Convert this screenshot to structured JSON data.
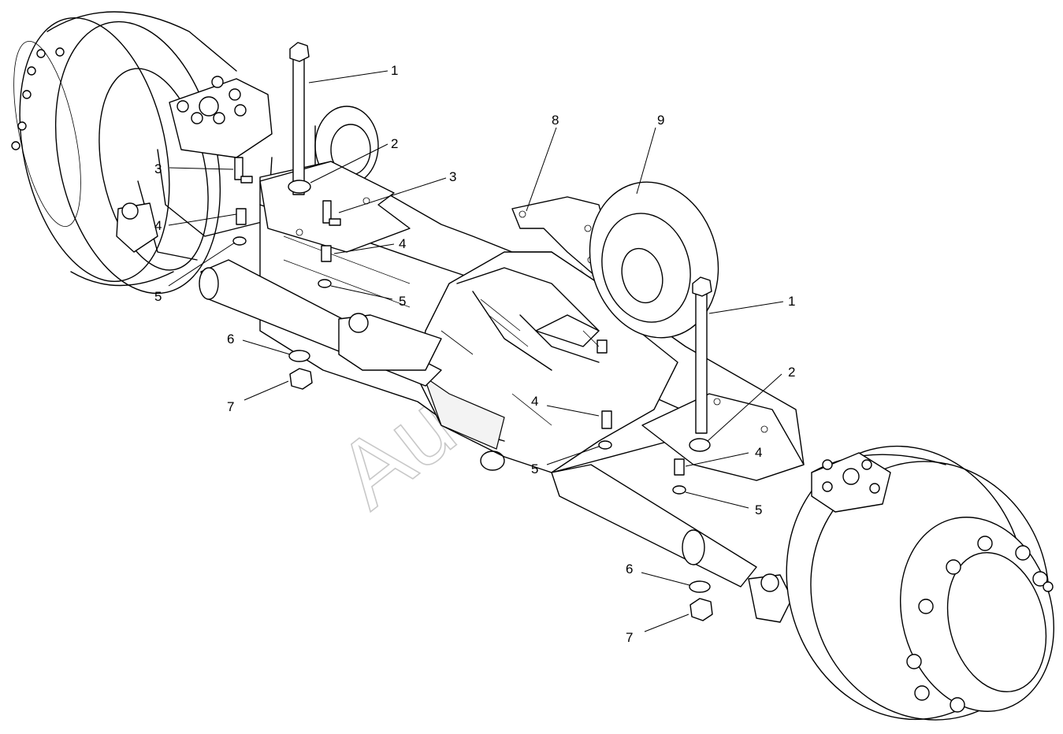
{
  "watermark": "Autoopt.ru",
  "callouts": [
    {
      "id": "c1a",
      "text": "1"
    },
    {
      "id": "c1b",
      "text": "1"
    },
    {
      "id": "c2a",
      "text": "2"
    },
    {
      "id": "c2b",
      "text": "2"
    },
    {
      "id": "c3a",
      "text": "3"
    },
    {
      "id": "c3b",
      "text": "3"
    },
    {
      "id": "c4a",
      "text": "4"
    },
    {
      "id": "c4b",
      "text": "4"
    },
    {
      "id": "c4c",
      "text": "4"
    },
    {
      "id": "c4d",
      "text": "4"
    },
    {
      "id": "c5a",
      "text": "5"
    },
    {
      "id": "c5b",
      "text": "5"
    },
    {
      "id": "c5c",
      "text": "5"
    },
    {
      "id": "c5d",
      "text": "5"
    },
    {
      "id": "c6a",
      "text": "6"
    },
    {
      "id": "c6b",
      "text": "6"
    },
    {
      "id": "c7a",
      "text": "7"
    },
    {
      "id": "c7b",
      "text": "7"
    },
    {
      "id": "c8",
      "text": "8"
    },
    {
      "id": "c9",
      "text": "9"
    }
  ]
}
